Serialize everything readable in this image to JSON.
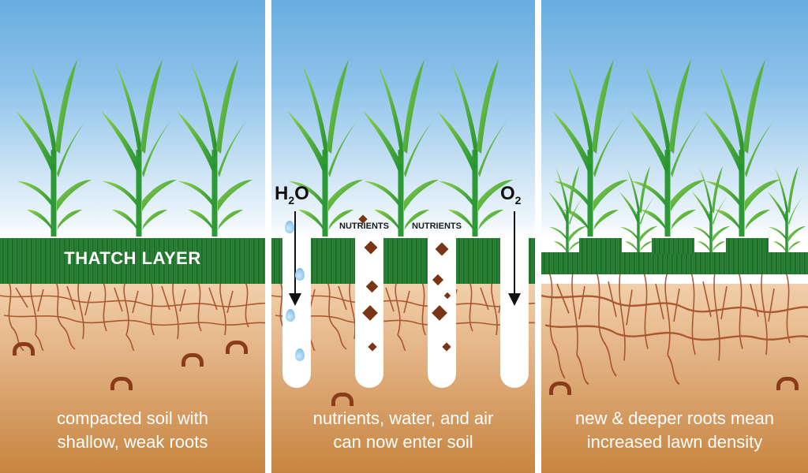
{
  "panels": [
    {
      "id": "before",
      "overlay_label": "THATCH LAYER",
      "caption_line1": "compacted soil with",
      "caption_line2": "shallow, weak roots"
    },
    {
      "id": "aeration",
      "labels": {
        "water": "H",
        "water_sub": "2",
        "water_tail": "O",
        "oxygen": "O",
        "oxygen_sub": "2",
        "nutrients_left": "NUTRIENTS",
        "nutrients_right": "NUTRIENTS"
      },
      "caption_line1": "nutrients, water, and air",
      "caption_line2": "can now enter soil"
    },
    {
      "id": "after",
      "caption_line1": "new & deeper roots mean",
      "caption_line2": "increased lawn density"
    }
  ],
  "colors": {
    "sky_top": "#68ade0",
    "grass_dark": "#1f6f2b",
    "plant_green": "#3fae3a",
    "root_brown": "#a0461e",
    "soil_light": "#f1cfaa",
    "soil_dark": "#c7853f",
    "text_white": "#ffffff"
  }
}
